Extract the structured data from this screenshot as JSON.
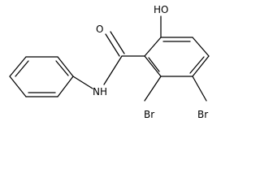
{
  "molecule": {
    "atoms": {
      "hydroxyl": "HO",
      "carbonyl_oxygen": "O",
      "amide_nitrogen": "NH",
      "bromine_ortho": "Br",
      "bromine_meta": "Br"
    }
  },
  "colors": {
    "background": "#ffffff",
    "bonds": "#000000",
    "labels": "#000000"
  }
}
